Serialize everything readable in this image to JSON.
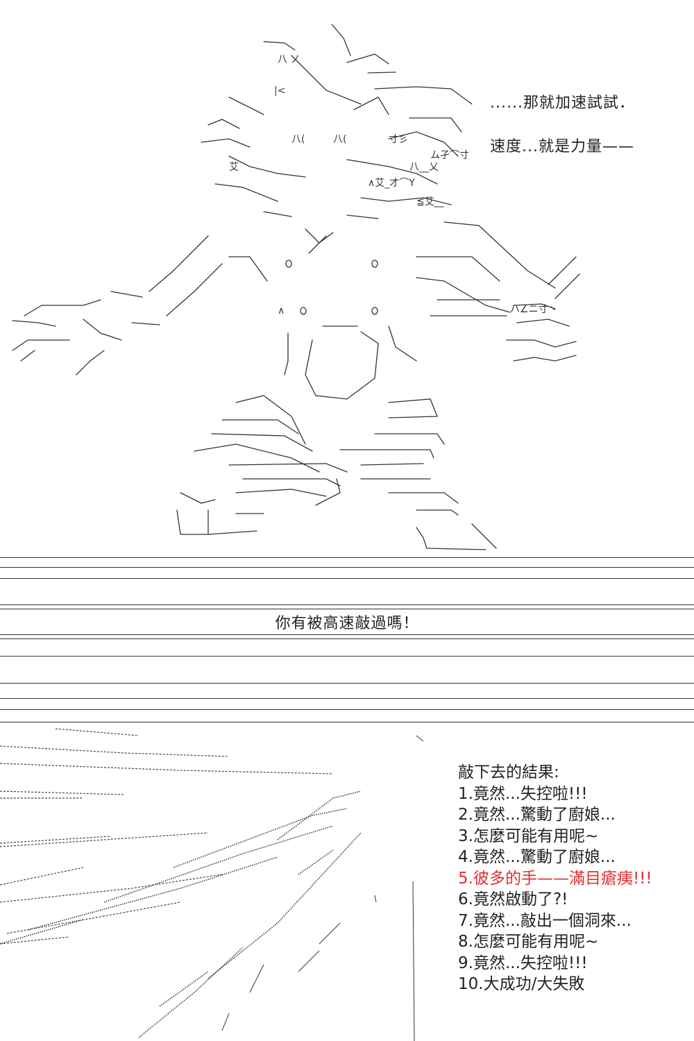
{
  "dialog": {
    "line1": "......那就加速試試．",
    "line2": "速度...就是力量——"
  },
  "banner": {
    "caption": "你有被高速敲過嗎！"
  },
  "results": {
    "title": "敲下去的結果:",
    "items": [
      "1.竟然...失控啦!!!",
      "2.竟然...驚動了廚娘...",
      "3.怎麼可能有用呢~",
      "4.竟然...驚動了廚娘...",
      "5.彼多的手——滿目瘡痍!!!",
      "6.竟然啟動了?!",
      "7.竟然...敲出一個洞來...",
      "8.怎麼可能有用呢~",
      "9.竟然...失控啦!!!",
      "10.大成功/大失敗"
    ],
    "highlight_index": 4,
    "highlight_color": "#e03030"
  }
}
